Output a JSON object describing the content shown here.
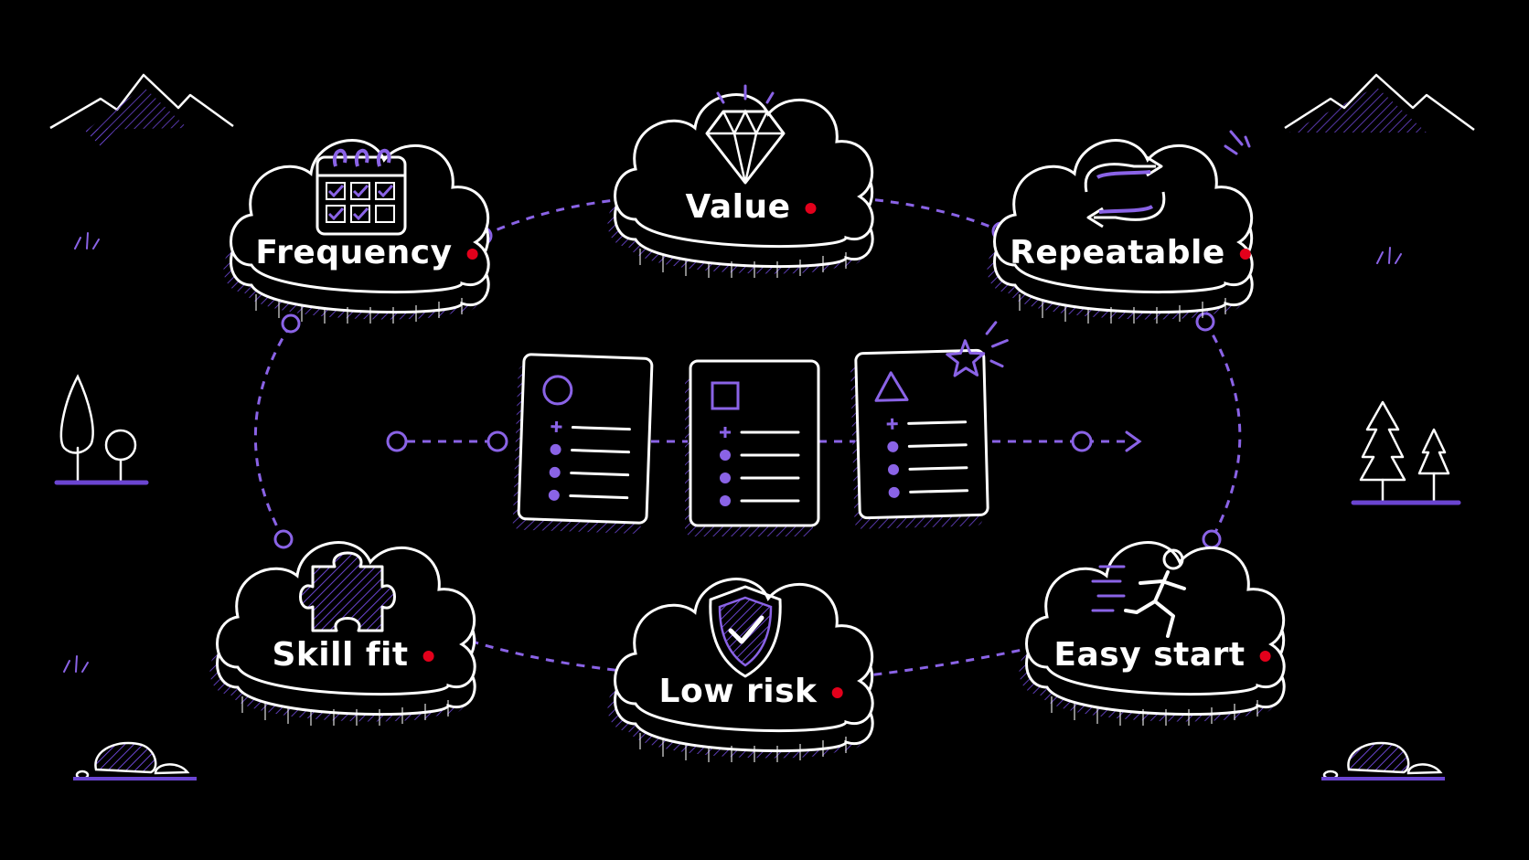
{
  "colors": {
    "background": "#000000",
    "line": "#ffffff",
    "accent": "#8a63e6",
    "dot": "#e3001b"
  },
  "nodes": [
    {
      "id": "frequency",
      "label": "Frequency",
      "icon": "calendar-icon"
    },
    {
      "id": "value",
      "label": "Value",
      "icon": "diamond-icon"
    },
    {
      "id": "repeatable",
      "label": "Repeatable",
      "icon": "repeat-arrows-icon"
    },
    {
      "id": "skill-fit",
      "label": "Skill fit",
      "icon": "puzzle-piece-icon"
    },
    {
      "id": "low-risk",
      "label": "Low risk",
      "icon": "shield-check-icon"
    },
    {
      "id": "easy-start",
      "label": "Easy start",
      "icon": "running-person-icon"
    }
  ],
  "center": {
    "cards": [
      {
        "shape": "circle-icon"
      },
      {
        "shape": "square-icon"
      },
      {
        "shape": "triangle-icon",
        "badge": "star-icon"
      }
    ]
  }
}
